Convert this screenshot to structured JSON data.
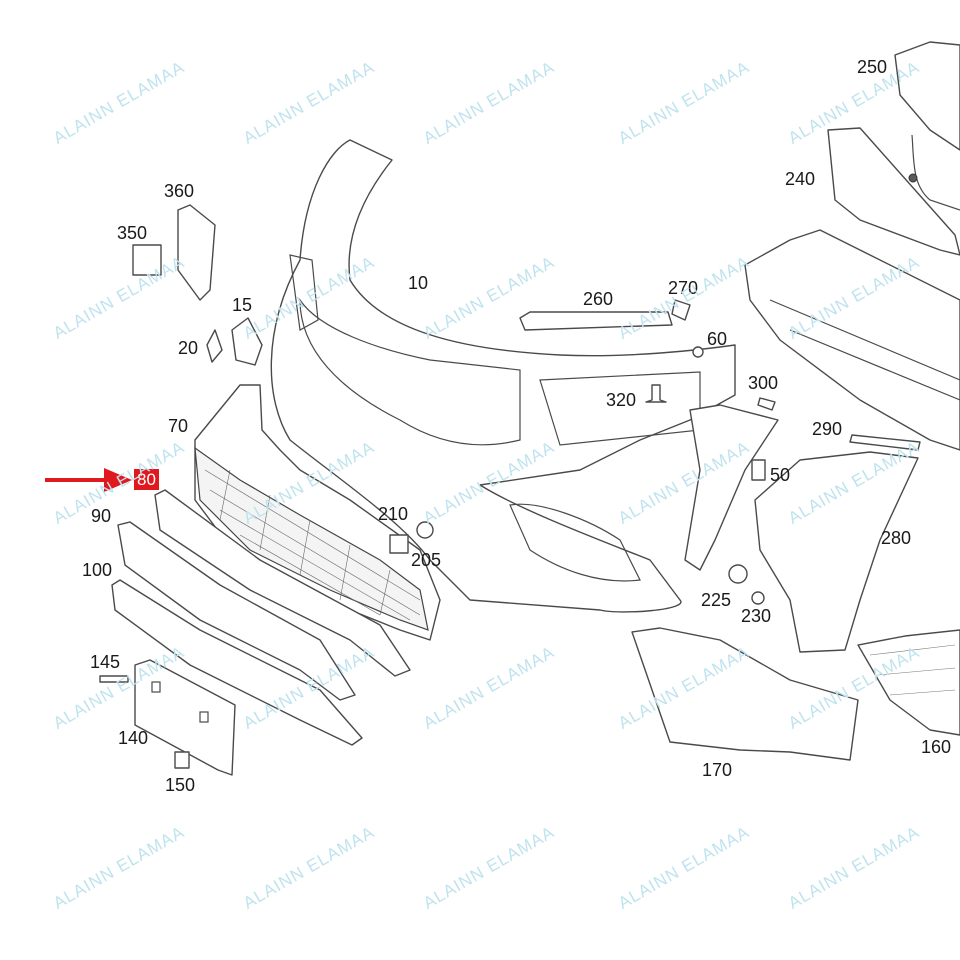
{
  "diagram": {
    "highlight_color": "#e0191e",
    "watermark": "ALAINN ELAMAA",
    "callouts": [
      {
        "id": "10",
        "text": "10"
      },
      {
        "id": "15",
        "text": "15"
      },
      {
        "id": "20",
        "text": "20"
      },
      {
        "id": "50",
        "text": "50"
      },
      {
        "id": "60",
        "text": "60"
      },
      {
        "id": "70",
        "text": "70"
      },
      {
        "id": "80",
        "text": "80",
        "highlighted": true
      },
      {
        "id": "90",
        "text": "90"
      },
      {
        "id": "100",
        "text": "100"
      },
      {
        "id": "140",
        "text": "140"
      },
      {
        "id": "145",
        "text": "145"
      },
      {
        "id": "150",
        "text": "150"
      },
      {
        "id": "160",
        "text": "160"
      },
      {
        "id": "170",
        "text": "170"
      },
      {
        "id": "205",
        "text": "205"
      },
      {
        "id": "210",
        "text": "210"
      },
      {
        "id": "225",
        "text": "225"
      },
      {
        "id": "230",
        "text": "230"
      },
      {
        "id": "240",
        "text": "240"
      },
      {
        "id": "250",
        "text": "250"
      },
      {
        "id": "260",
        "text": "260"
      },
      {
        "id": "270",
        "text": "270"
      },
      {
        "id": "280",
        "text": "280"
      },
      {
        "id": "290",
        "text": "290"
      },
      {
        "id": "300",
        "text": "300"
      },
      {
        "id": "320",
        "text": "320"
      },
      {
        "id": "350",
        "text": "350"
      },
      {
        "id": "360",
        "text": "360"
      }
    ]
  }
}
